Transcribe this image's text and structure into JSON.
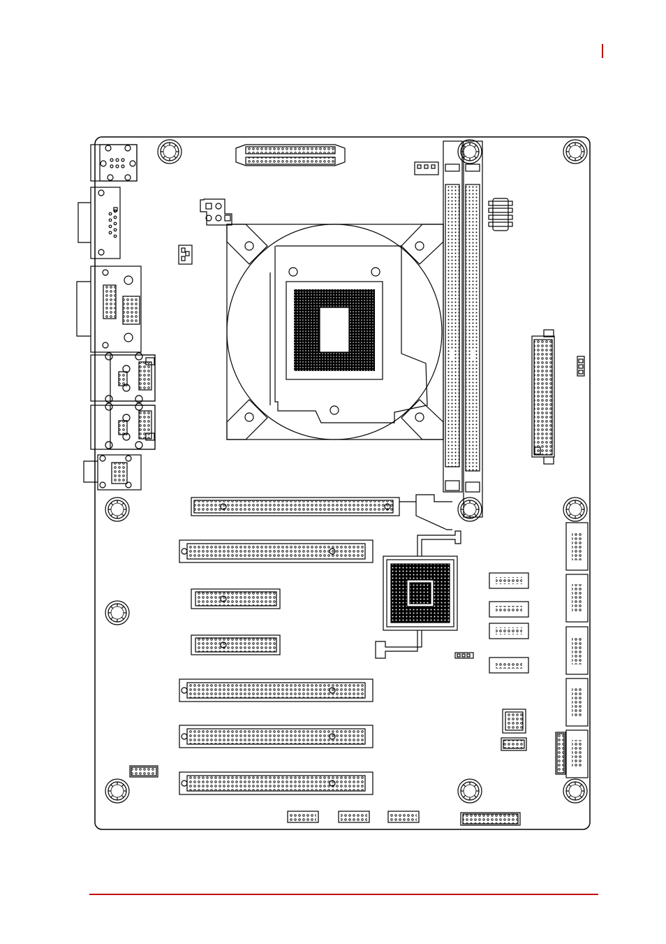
{
  "page": {
    "accent_color": "#c00000",
    "line_color": "#000000"
  },
  "diagram": {
    "type": "motherboard-layout-drawing",
    "components": [
      "cpu-socket",
      "cpu-retention-mechanism",
      "memory-slot-1",
      "memory-slot-2",
      "pcie-x16-slot",
      "pcie-x1-slot-1",
      "pcie-x1-slot-2",
      "pci-slot-1",
      "pci-slot-2",
      "pci-slot-3",
      "pci-slot-4",
      "chipset",
      "atx-power-connector",
      "cpu-power-connector",
      "rear-io-ps2",
      "rear-io-vga",
      "rear-io-dvi",
      "rear-io-lan-usb-1",
      "rear-io-lan-usb-2",
      "rear-io-audio",
      "sata-ports",
      "usb-headers",
      "front-panel-header",
      "fan-headers",
      "mounting-holes"
    ]
  }
}
